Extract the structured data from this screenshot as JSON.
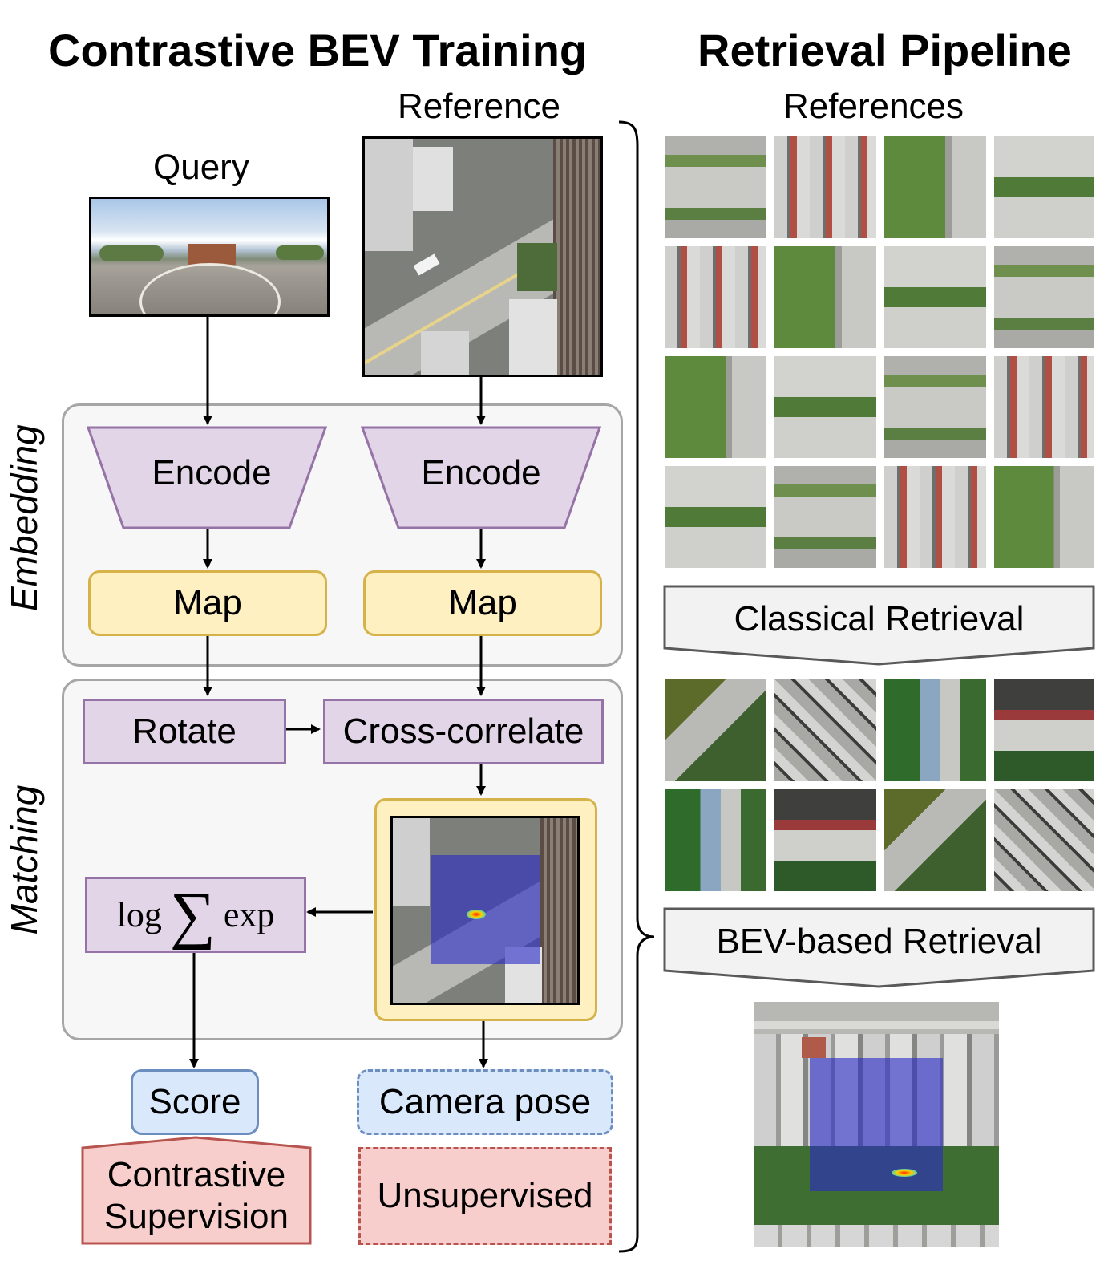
{
  "titles": {
    "left": "Contrastive BEV Training",
    "right": "Retrieval Pipeline"
  },
  "labels": {
    "query": "Query",
    "reference": "Reference",
    "references": "References",
    "embedding": "Embedding",
    "matching": "Matching"
  },
  "nodes": {
    "encode_query": "Encode",
    "encode_ref": "Encode",
    "map_query": "Map",
    "map_ref": "Map",
    "rotate": "Rotate",
    "cross_correlate": "Cross-correlate",
    "logsumexp_log": "log",
    "logsumexp_sum": "∑",
    "logsumexp_exp": "exp",
    "score": "Score",
    "camera_pose": "Camera pose",
    "contrastive_supervision_line1": "Contrastive",
    "contrastive_supervision_line2": "Supervision",
    "unsupervised": "Unsupervised"
  },
  "retrieval": {
    "classical": "Classical Retrieval",
    "bev_based": "BEV-based Retrieval"
  },
  "colors": {
    "purple_fill": "#e1d5e7",
    "purple_stroke": "#9673a6",
    "yellow_fill": "#fff0c2",
    "yellow_stroke": "#d6b24a",
    "blue_fill": "#dae8fc",
    "blue_stroke": "#6c8ebf",
    "red_fill": "#f8cecc",
    "red_stroke": "#b85450",
    "panel_fill": "#f7f7f7",
    "panel_stroke": "#a6a6a6"
  }
}
